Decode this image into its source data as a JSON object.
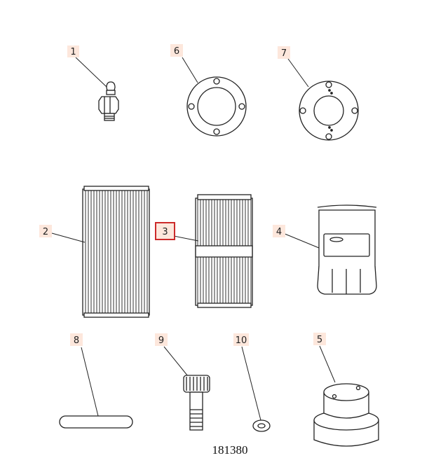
{
  "callouts": [
    {
      "id": "c1",
      "label": "1",
      "selected": false
    },
    {
      "id": "c2",
      "label": "2",
      "selected": false
    },
    {
      "id": "c3",
      "label": "3",
      "selected": true
    },
    {
      "id": "c4",
      "label": "4",
      "selected": false
    },
    {
      "id": "c5",
      "label": "5",
      "selected": false
    },
    {
      "id": "c6",
      "label": "6",
      "selected": false
    },
    {
      "id": "c7",
      "label": "7",
      "selected": false
    },
    {
      "id": "c8",
      "label": "8",
      "selected": false
    },
    {
      "id": "c9",
      "label": "9",
      "selected": false
    },
    {
      "id": "c10",
      "label": "10",
      "selected": false
    }
  ],
  "figure_number": "181380",
  "colors": {
    "callout_bg": "#fde7dc",
    "selected_border": "#cc2a2a",
    "line": "#222222"
  }
}
